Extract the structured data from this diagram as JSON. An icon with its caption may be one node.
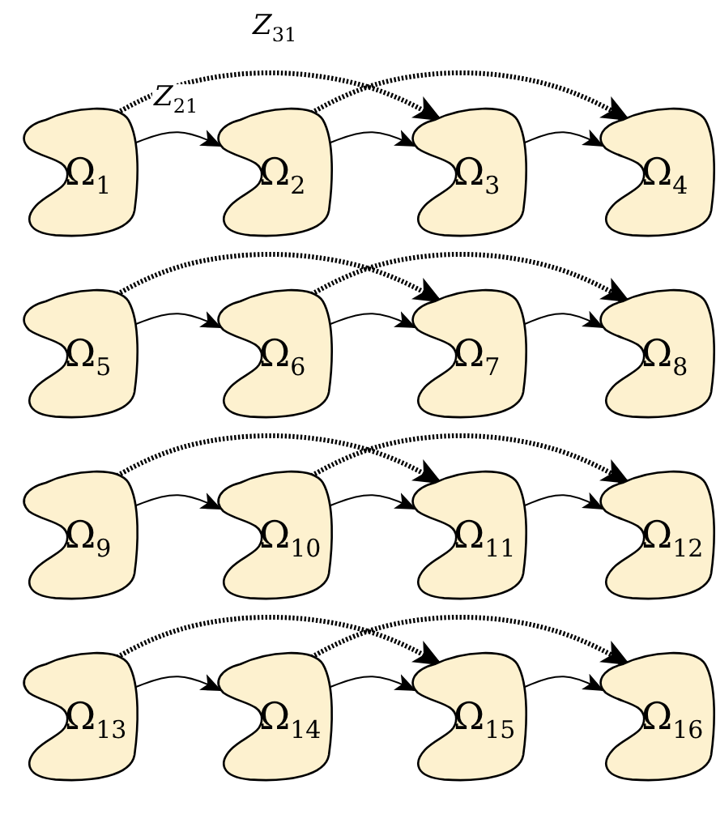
{
  "diagram": {
    "nodes": [
      {
        "text": [
          "Ω$_{1}$"
        ]
      },
      {
        "text": [
          "Ω$_{2}$"
        ]
      },
      {
        "text": [
          "Ω$_{3}$"
        ]
      },
      {
        "text": [
          "Ω$_{4}$"
        ]
      },
      {
        "text": [
          "Ω$_{5}$"
        ]
      },
      {
        "text": [
          "Ω$_{6}$"
        ]
      },
      {
        "text": [
          "Ω$_{7}$"
        ]
      },
      {
        "text": [
          "Ω$_{8}$"
        ]
      },
      {
        "text": [
          "Ω$_{9}$"
        ]
      },
      {
        "text": [
          "Ω$_{10}$"
        ]
      },
      {
        "text": [
          "Ω$_{11}$"
        ]
      },
      {
        "text": [
          "Ω$_{12}$"
        ]
      },
      {
        "text": [
          "Ω$_{13}$"
        ]
      },
      {
        "text": [
          "Ω$_{14}$"
        ]
      },
      {
        "text": [
          "Ω$_{15}$"
        ]
      },
      {
        "text": [
          "Ω$_{16}$"
        ]
      }
    ],
    "edges": [
      {
        "from": 0,
        "to": 1,
        "arrow": "to",
        "label": "*Z*$_{21}$"
      },
      {
        "from": 0,
        "to": 2,
        "arrow": "to",
        "style": "dashed",
        "label": "*Z*$_{31}$"
      },
      {
        "from": 1,
        "to": 2,
        "arrow": "to"
      },
      {
        "from": 1,
        "to": 3,
        "arrow": "to",
        "style": "dashed"
      },
      {
        "from": 2,
        "to": 3,
        "arrow": "to"
      },
      {
        "from": 4,
        "to": 5,
        "arrow": "to"
      },
      {
        "from": 4,
        "to": 6,
        "arrow": "to",
        "style": "dashed"
      },
      {
        "from": 5,
        "to": 6,
        "arrow": "to"
      },
      {
        "from": 5,
        "to": 7,
        "arrow": "to",
        "style": "dashed"
      },
      {
        "from": 6,
        "to": 7,
        "arrow": "to"
      },
      {
        "from": 8,
        "to": 9,
        "arrow": "to"
      },
      {
        "from": 8,
        "to": 10,
        "arrow": "to",
        "style": "dashed"
      },
      {
        "from": 9,
        "to": 10,
        "arrow": "to"
      },
      {
        "from": 9,
        "to": 11,
        "arrow": "to",
        "style": "dashed"
      },
      {
        "from": 10,
        "to": 11,
        "arrow": "to"
      },
      {
        "from": 12,
        "to": 13,
        "arrow": "to"
      },
      {
        "from": 12,
        "to": 14,
        "arrow": "to",
        "style": "dashed"
      },
      {
        "from": 13,
        "to": 14,
        "arrow": "to"
      },
      {
        "from": 13,
        "to": 15,
        "arrow": "to",
        "style": "dashed"
      },
      {
        "from": 14,
        "to": 15,
        "arrow": "to"
      }
    ]
  }
}
